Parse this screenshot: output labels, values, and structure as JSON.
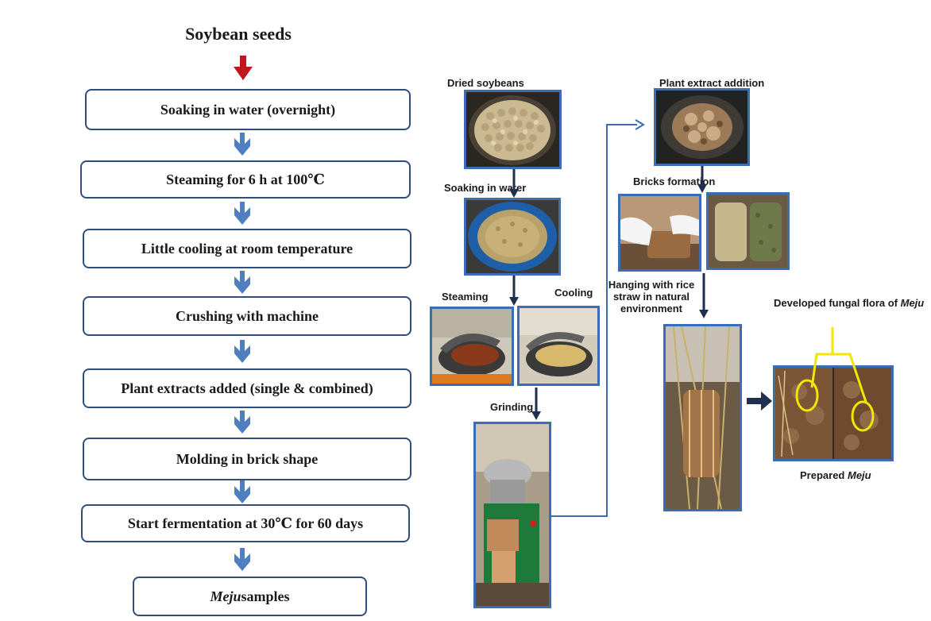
{
  "flowchart": {
    "title": "Soybean seeds",
    "steps": [
      "Soaking in water (overnight)",
      "Steaming for 6 h at 100℃",
      "Little cooling at room temperature",
      "Crushing  with machine",
      "Plant extracts added (single & combined)",
      "Molding in brick shape",
      "Start fermentation at 30℃ for 60 days"
    ],
    "final_step_italic": "Meju",
    "final_step_rest": " samples"
  },
  "photo_flow": {
    "dried_soybeans": "Dried soybeans",
    "soaking": "Soaking in water",
    "steaming": "Steaming",
    "cooling": "Cooling",
    "grinding": "Grinding",
    "plant_extract": "Plant extract addition",
    "bricks": "Bricks formation",
    "hanging": "Hanging with rice straw in natural environment",
    "fungal_prefix": "Developed fungal flora of ",
    "fungal_italic": "Meju",
    "prepared_prefix": "Prepared ",
    "prepared_italic": "Meju"
  },
  "colors": {
    "box_border": "#2f4f7a",
    "down_arrow": "#4f7fc0",
    "first_arrow": "#c0161c",
    "photo_border": "#3b6db5",
    "photo_arrow": "#1f2f4f",
    "highlight": "#f2e600"
  }
}
